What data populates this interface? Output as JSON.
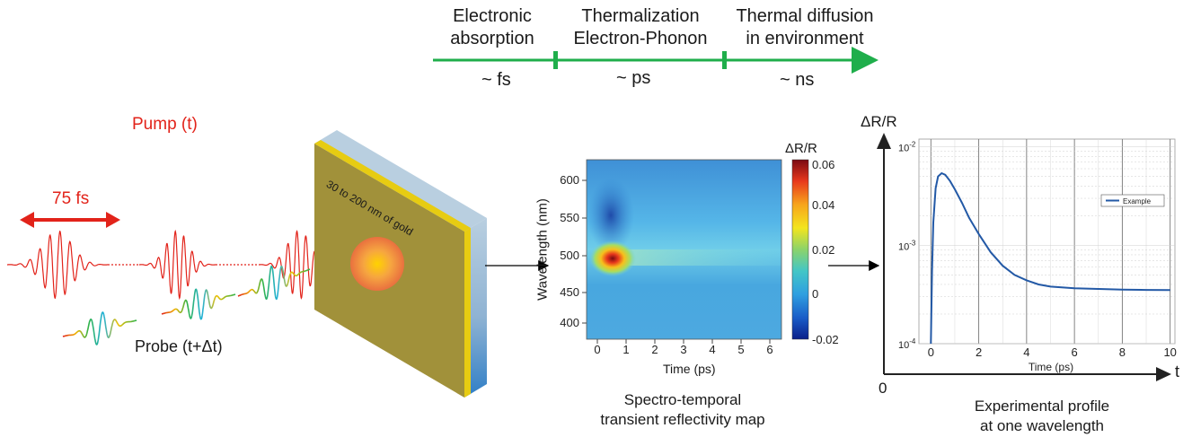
{
  "timeline": {
    "phases": [
      {
        "line1": "Electronic",
        "line2": "absorption",
        "scale": "~ fs"
      },
      {
        "line1": "Thermalization",
        "line2": "Electron-Phonon",
        "scale": "~ ps"
      },
      {
        "line1": "Thermal diffusion",
        "line2": "in environment",
        "scale": "~ ns"
      }
    ],
    "color": "#1fae4b"
  },
  "setup": {
    "pump_label": "Pump (t)",
    "pulse_width": "75 fs",
    "probe_label": "Probe (t+Δt)",
    "sample_label": "30 to 200 nm of gold",
    "pump_color": "#e2231a"
  },
  "map": {
    "ylabel": "Wavelength (nm)",
    "xlabel": "Time (ps)",
    "yticks": [
      "600",
      "550",
      "500",
      "450",
      "400"
    ],
    "xticks": [
      "0",
      "1",
      "2",
      "3",
      "4",
      "5",
      "6"
    ],
    "colorbar_title": "ΔR/R",
    "colorbar_ticks": [
      "0.06",
      "0.04",
      "0.02",
      "0",
      "-0.02"
    ],
    "caption_line1": "Spectro-temporal",
    "caption_line2": "transient reflectivity map"
  },
  "profile": {
    "y_axis_label": "ΔR/R",
    "x_axis_label": "t",
    "origin_label": "0",
    "caption_line1": "Experimental profile",
    "caption_line2": "at one wavelength"
  },
  "chart_data": {
    "type": "line",
    "title": "",
    "xlabel": "Time (ps)",
    "ylabel": "",
    "xlim": [
      -0.5,
      10.2
    ],
    "ylim": [
      0.0001,
      0.012
    ],
    "yscale": "log",
    "xticks": [
      "0",
      "2",
      "4",
      "6",
      "8",
      "10"
    ],
    "yticks": [
      {
        "base": "10",
        "exp": "-2"
      },
      {
        "base": "10",
        "exp": "-3"
      },
      {
        "base": "10",
        "exp": "-4"
      }
    ],
    "grid": true,
    "legend_position": "top-right",
    "series": [
      {
        "name": "Example",
        "color": "#2359a6",
        "x": [
          0.0,
          0.05,
          0.1,
          0.2,
          0.3,
          0.45,
          0.6,
          0.8,
          1.0,
          1.3,
          1.6,
          2.0,
          2.5,
          3.0,
          3.5,
          4.0,
          4.5,
          5.0,
          6.0,
          7.0,
          8.0,
          9.0,
          10.0
        ],
        "y": [
          0.0001,
          0.00055,
          0.0017,
          0.0038,
          0.005,
          0.0054,
          0.0052,
          0.0045,
          0.0037,
          0.0027,
          0.0019,
          0.0013,
          0.00085,
          0.00062,
          0.0005,
          0.00044,
          0.0004,
          0.00038,
          0.000365,
          0.00036,
          0.000355,
          0.000352,
          0.00035
        ]
      }
    ]
  }
}
